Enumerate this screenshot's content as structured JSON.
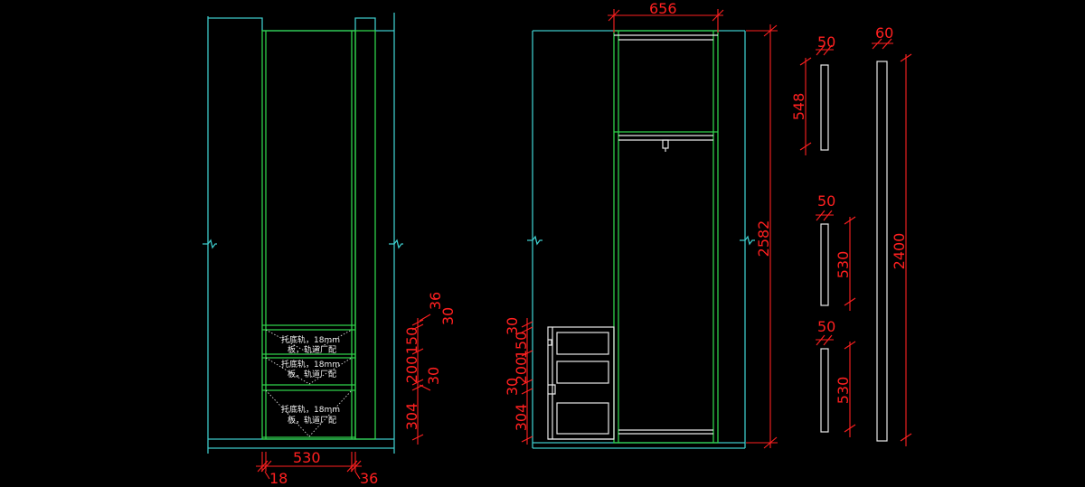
{
  "colors": {
    "background": "#000000",
    "wall": "#3cc8c8",
    "cabinet": "#2fd04a",
    "panel": "#e8e8e8",
    "dimension": "#ff2020",
    "note_text": "#f0f0f0"
  },
  "front_view": {
    "drawer_notes": [
      {
        "line1": "托底轨，18mm",
        "line2": "板，轨道厂配"
      },
      {
        "line1": "托底轨，18mm",
        "line2": "板，轨道厂配"
      },
      {
        "line1": "托底轨，18mm",
        "line2": "板，轨道厂配"
      }
    ],
    "dimensions": {
      "width": "530",
      "left_board": "18",
      "right_board": "36",
      "top_36": "36",
      "top_30": "30",
      "d150": "150",
      "d200": "200",
      "mid_30": "30",
      "d304": "304"
    }
  },
  "side_view": {
    "dimensions": {
      "depth": "656",
      "height": "2582",
      "d30_top": "30",
      "d150": "150",
      "d200": "200",
      "d30_mid": "30",
      "d304": "304"
    }
  },
  "panels": {
    "small_top": {
      "width": "50",
      "height": "548"
    },
    "small_mid": {
      "width": "50",
      "height": "530"
    },
    "small_bottom": {
      "width": "50",
      "height": "530"
    },
    "tall": {
      "width": "60",
      "height": "2400"
    }
  }
}
